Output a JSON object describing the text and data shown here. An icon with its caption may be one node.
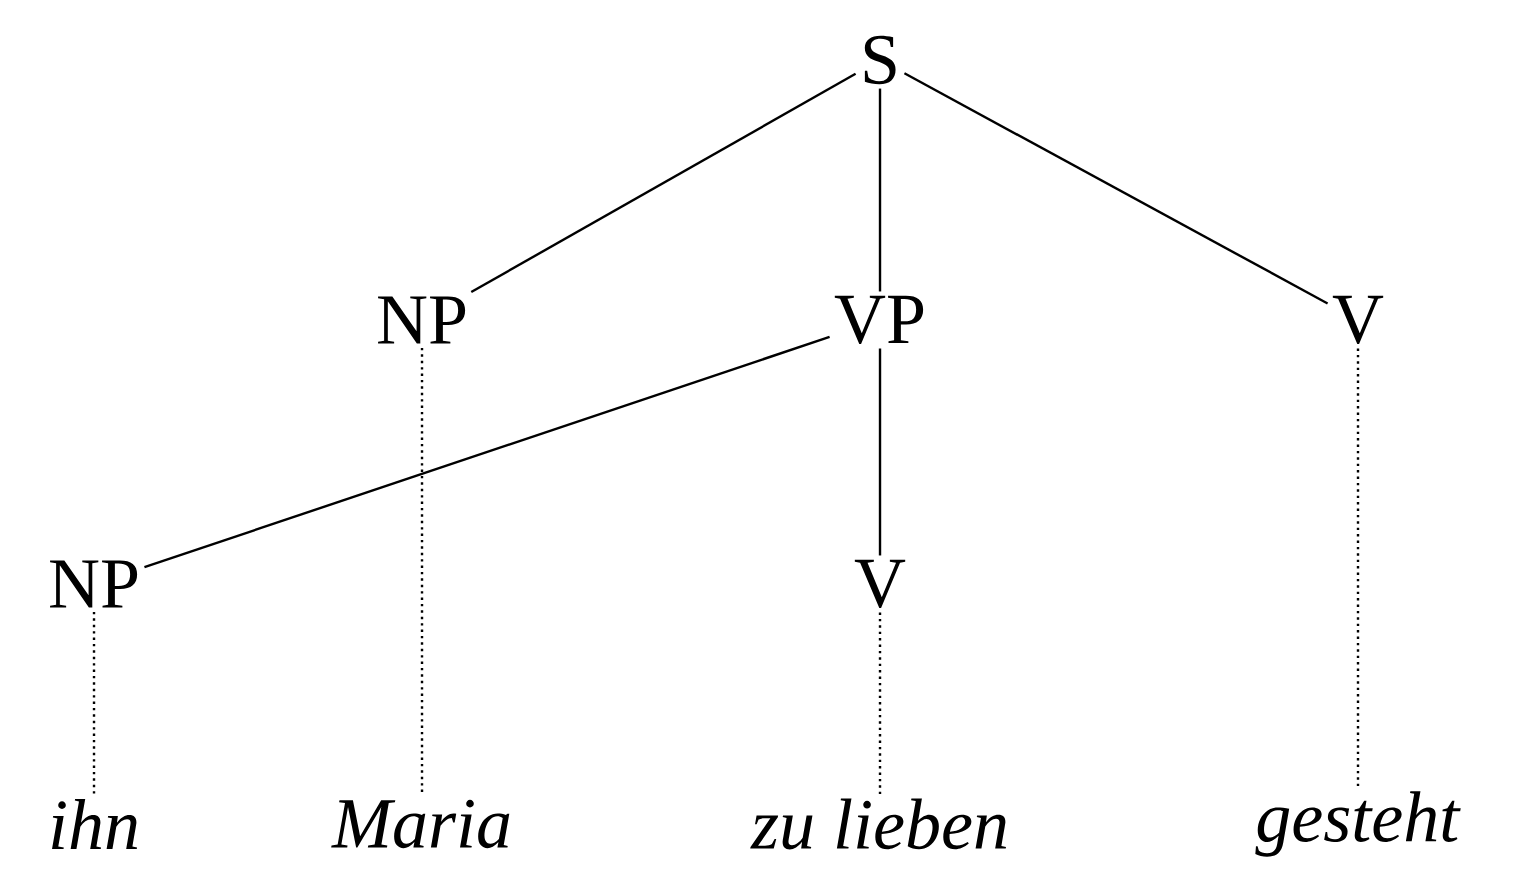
{
  "diagram": {
    "nodes": [
      {
        "text": [
          "S"
        ]
      },
      {
        "text": [
          "NP"
        ]
      },
      {
        "text": [
          "VP"
        ]
      },
      {
        "text": [
          "V"
        ]
      },
      {
        "text": [
          "NP"
        ]
      },
      {
        "text": [
          "V"
        ]
      },
      {
        "text": [
          "*ihn*"
        ]
      },
      {
        "text": [
          "*Maria*"
        ]
      },
      {
        "text": [
          "*zu lieben*"
        ]
      },
      {
        "text": [
          "*gesteht*"
        ]
      }
    ],
    "edges": [
      {
        "from": 0,
        "to": 1,
        "arrow": "none"
      },
      {
        "from": 0,
        "to": 2,
        "arrow": "none"
      },
      {
        "from": 0,
        "to": 3,
        "arrow": "none"
      },
      {
        "from": 2,
        "to": 4,
        "arrow": "none"
      },
      {
        "from": 2,
        "to": 5,
        "arrow": "none"
      },
      {
        "from": 4,
        "to": 6,
        "arrow": "none",
        "style": "dashed"
      },
      {
        "from": 1,
        "to": 7,
        "arrow": "none",
        "style": "dashed"
      },
      {
        "from": 5,
        "to": 8,
        "arrow": "none",
        "style": "dashed"
      },
      {
        "from": 3,
        "to": 9,
        "arrow": "none",
        "style": "dashed"
      }
    ]
  }
}
